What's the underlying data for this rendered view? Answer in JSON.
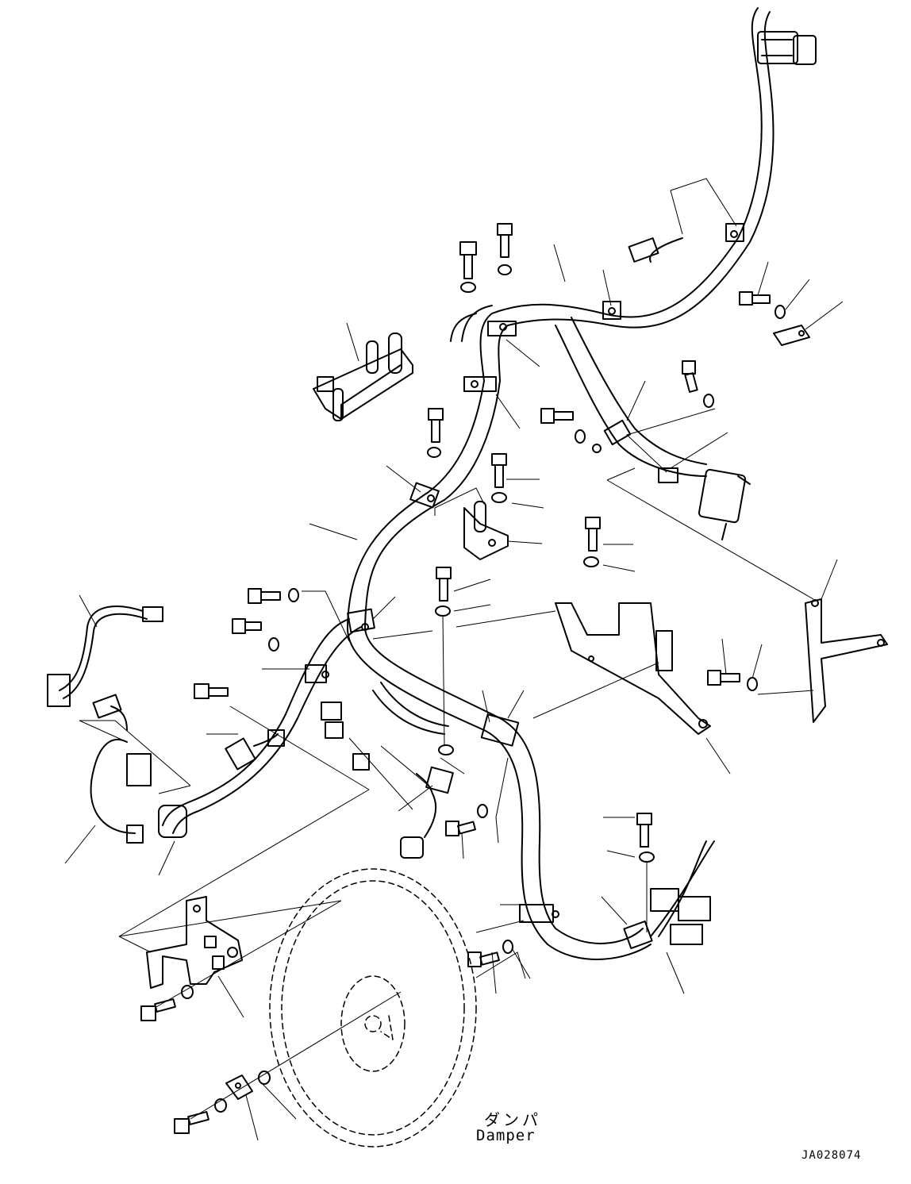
{
  "labels": {
    "damper_jp": "ダンパ",
    "damper_en": "Damper",
    "drawing_number": "JA028074"
  },
  "colors": {
    "line": "#000000",
    "background": "#ffffff"
  }
}
